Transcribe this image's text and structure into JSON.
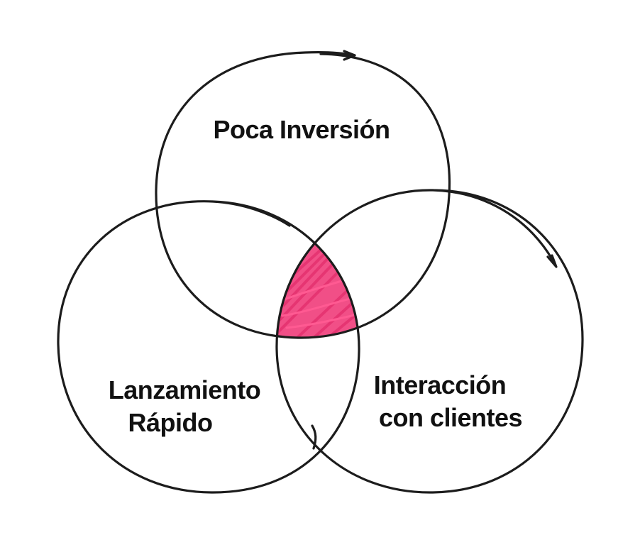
{
  "diagram": {
    "type": "venn",
    "sets": [
      {
        "label_lines": [
          "Poca Inversión"
        ]
      },
      {
        "label_lines": [
          "Lanzamiento",
          "Rápido"
        ]
      },
      {
        "label_lines": [
          "Interacción",
          "con clientes"
        ]
      }
    ],
    "colors": {
      "stroke": "#1c1c1c",
      "intersection_highlight": "#f0407d",
      "background": "#ffffff",
      "text": "#111111"
    },
    "highlighted_region": "intersection of all three sets"
  }
}
